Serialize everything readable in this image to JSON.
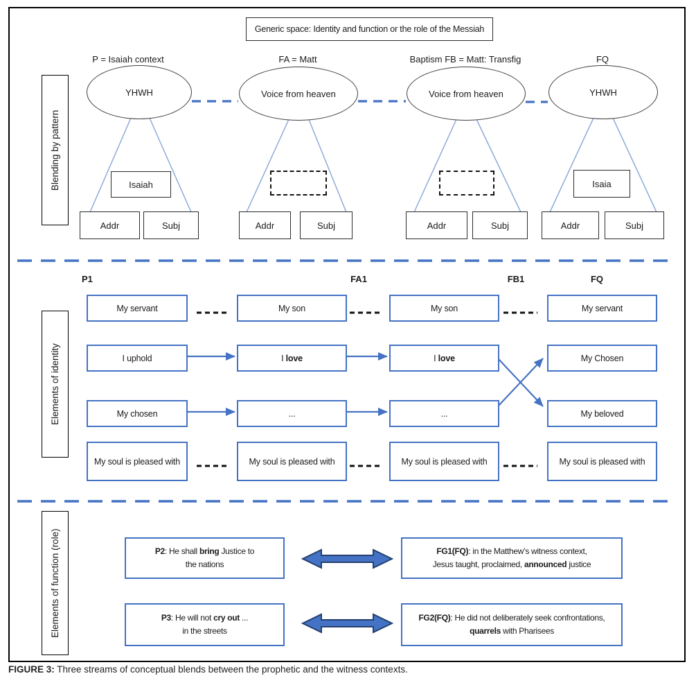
{
  "palette": {
    "accent_blue": "#4472C4",
    "light_blue": "#8EAADB",
    "arrow_outline": "#24406e"
  },
  "generic_space": {
    "label": "Generic space: Identity and function or the role of the Messiah"
  },
  "blending": {
    "side_label": "Blending by pattern",
    "col1": {
      "header": "P = Isaiah context",
      "ellipse": "YHWH",
      "mid": "Isaiah",
      "addr": "Addr",
      "subj": "Subj"
    },
    "col2": {
      "header": "FA = Matt",
      "ellipse": "Voice from heaven",
      "addr": "Addr",
      "subj": "Subj"
    },
    "col3": {
      "header": "Baptism FB = Matt: Transfig",
      "ellipse": "Voice from heaven",
      "addr": "Addr",
      "subj": "Subj"
    },
    "col4": {
      "header": "FQ",
      "ellipse": "YHWH",
      "mid": "Isaia",
      "addr": "Addr",
      "subj": "Subj"
    }
  },
  "identity": {
    "side_label": "Elements of identity",
    "labels": {
      "p1": "P1",
      "fa1": "FA1",
      "fb1": "FB1",
      "fq": "FQ"
    },
    "row1": {
      "c1": "My servant",
      "c2": "My son",
      "c3": "My son",
      "c4": "My servant"
    },
    "row2": {
      "c1": "I uphold",
      "c2_pre": "I ",
      "c2_bold": "love",
      "c3_pre": "I ",
      "c3_bold": "love",
      "c4": "My Chosen"
    },
    "row3": {
      "c1": "My chosen",
      "c2": "...",
      "c3": "...",
      "c4": "My beloved"
    },
    "row4": {
      "c1": "My soul is pleased with",
      "c2": "My soul is pleased with",
      "c3": "My soul is pleased with",
      "c4": "My soul is pleased with"
    }
  },
  "function": {
    "side_label": "Elements of function (role)",
    "p2": {
      "label": "P2",
      "l1a": ": He shall ",
      "l1b": "bring",
      "l1c": " Justice to",
      "l2": "the nations"
    },
    "fg1": {
      "label": "FG1(FQ)",
      "l1": ": in the Matthew’s witness context,",
      "l2a": "Jesus taught, proclaimed, ",
      "l2b": "announced",
      "l2c": " justice"
    },
    "p3": {
      "label": "P3",
      "l1a": ": He will not ",
      "l1b": "cry out",
      "l1c": " ...",
      "l2": "in the streets"
    },
    "fg2": {
      "label": "FG2(FQ)",
      "l1": ": He did not deliberately seek confrontations,",
      "l2a": "quarrels",
      "l2b": " with Pharisees"
    }
  },
  "caption": {
    "label": "FIGURE 3:",
    "text": " Three streams of conceptual blends between the prophetic and the witness contexts."
  }
}
